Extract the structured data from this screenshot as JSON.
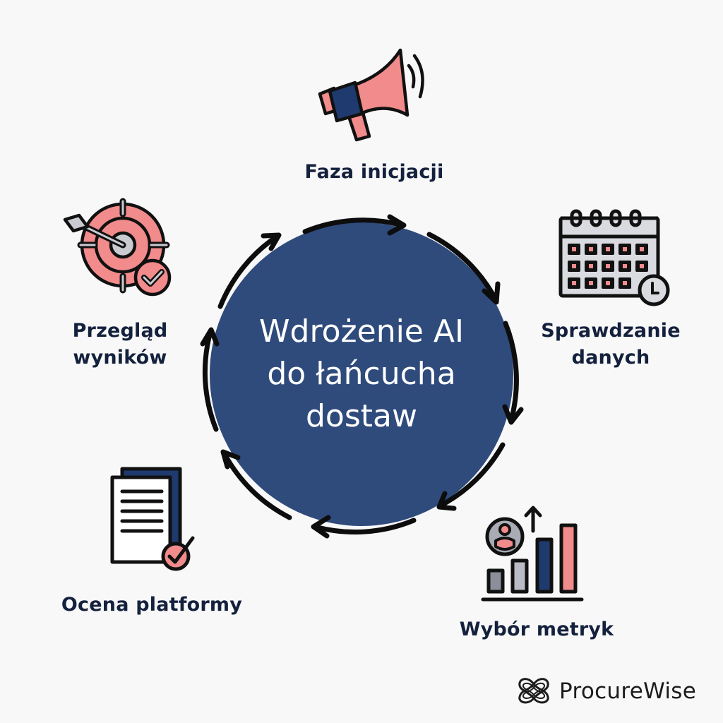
{
  "center": {
    "title_lines": [
      "Wdrożenie AI",
      "do łańcucha",
      "dostaw"
    ],
    "fill_color": "#2f4b7c",
    "text_color": "#ffffff"
  },
  "cycle": {
    "direction": "clockwise",
    "arrow_color": "#0d0d0d"
  },
  "steps": [
    {
      "id": "faza-inicjacji",
      "label_lines": [
        "Faza inicjacji"
      ],
      "icon": "megaphone-icon"
    },
    {
      "id": "sprawdzanie-danych",
      "label_lines": [
        "Sprawdzanie",
        "danych"
      ],
      "icon": "calendar-clock-icon"
    },
    {
      "id": "wybor-metryk",
      "label_lines": [
        "Wybór metryk"
      ],
      "icon": "bar-chart-growth-icon"
    },
    {
      "id": "ocena-platformy",
      "label_lines": [
        "Ocena platformy"
      ],
      "icon": "document-check-icon"
    },
    {
      "id": "przeglad-wynikow",
      "label_lines": [
        "Przegląd",
        "wyników"
      ],
      "icon": "target-check-icon"
    }
  ],
  "palette": {
    "navy": "#1f3a6e",
    "pink": "#f28b8b",
    "grey": "#b9bcc4",
    "light_grey": "#d9dbe0",
    "outline": "#111111",
    "label_text": "#14213d",
    "background": "#f8f8f9"
  },
  "brand": {
    "name": "ProcureWise",
    "logo_icon": "knot-logo-icon"
  }
}
